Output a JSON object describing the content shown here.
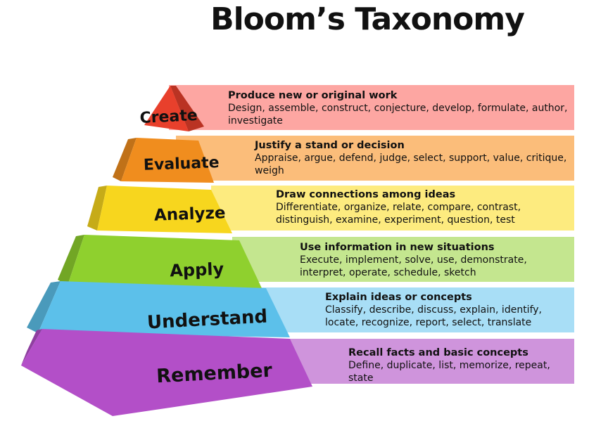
{
  "title": "Bloom’s Taxonomy",
  "levels": [
    {
      "name": "Create",
      "color": "#e8402c",
      "band_color": "#fda6a2",
      "heading": "Produce new or original work",
      "description": "Design, assemble, construct, conjecture, develop, formulate, author, investigate"
    },
    {
      "name": "Evaluate",
      "color": "#f08d1e",
      "band_color": "#fbbd7a",
      "heading": "Justify a stand or decision",
      "description": "Appraise, argue, defend, judge, select, support,  value, critique,  weigh"
    },
    {
      "name": "Analyze",
      "color": "#f7d61e",
      "band_color": "#fdeb7f",
      "heading": "Draw connections among ideas",
      "description": "Differentiate, organize, relate, compare, contrast, distinguish, examine, experiment, question, test"
    },
    {
      "name": "Apply",
      "color": "#8fd02e",
      "band_color": "#c4e68f",
      "heading": "Use information in new situations",
      "description": "Execute, implement, solve, use, demonstrate, interpret, operate, schedule, sketch"
    },
    {
      "name": "Understand",
      "color": "#5cc0ea",
      "band_color": "#a8def6",
      "heading": "Explain ideas or concepts",
      "description": "Classify, describe, discuss, explain, identify, locate, recognize, report, select, translate"
    },
    {
      "name": "Remember",
      "color": "#b34fc8",
      "band_color": "#cf94dc",
      "heading": "Recall facts and basic concepts",
      "description": "Define, duplicate, list, memorize, repeat, state"
    }
  ]
}
